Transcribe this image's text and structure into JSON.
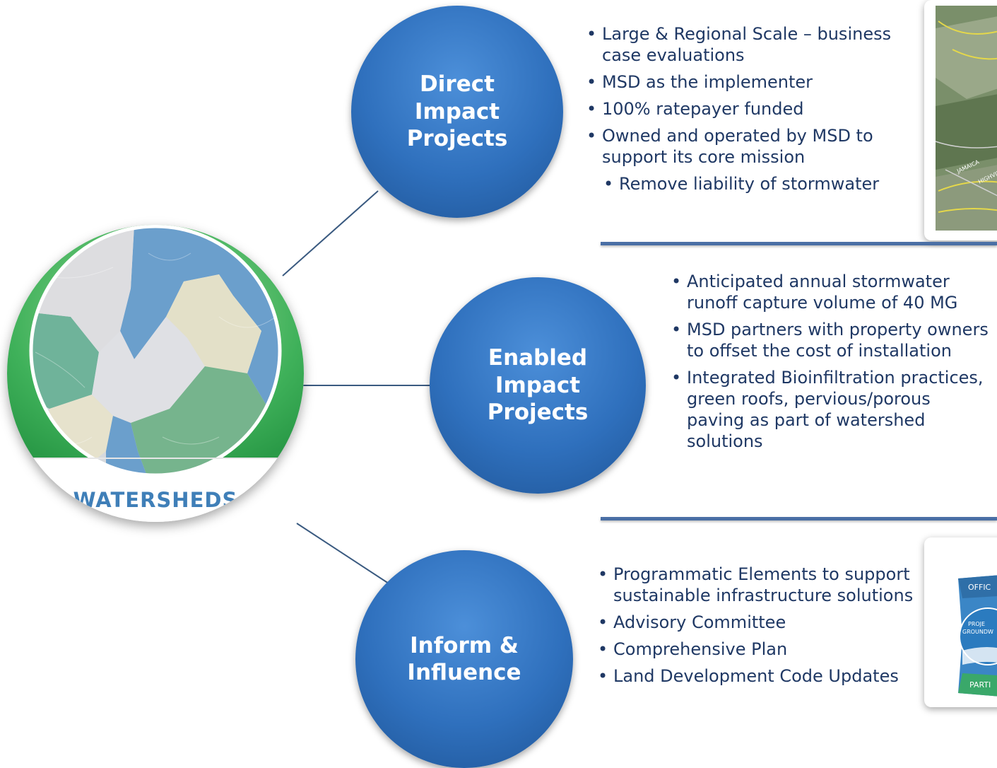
{
  "hub": {
    "label": "WATERSHEDS",
    "icon": "watershed-map-icon"
  },
  "nodes": [
    {
      "label": "Direct\nImpact\nProjects",
      "bullets": [
        {
          "text": "Large & Regional Scale – business case evaluations",
          "level": 1
        },
        {
          "text": "MSD as the implementer",
          "level": 1
        },
        {
          "text": "100% ratepayer funded",
          "level": 1
        },
        {
          "text": "Owned and operated by MSD to support its core mission",
          "level": 1
        },
        {
          "text": "Remove liability of stormwater",
          "level": 2
        }
      ]
    },
    {
      "label": "Enabled\nImpact\nProjects",
      "bullets": [
        {
          "text": "Anticipated annual stormwater runoff capture volume of 40 MG",
          "level": 1
        },
        {
          "text": "MSD partners with property owners to offset the cost of installation",
          "level": 1
        },
        {
          "text": "Integrated Bioinfiltration practices, green roofs, pervious/porous paving as part of watershed solutions",
          "level": 1
        }
      ]
    },
    {
      "label": "Inform &\nInfluence",
      "bullets": [
        {
          "text": "Programmatic Elements to support sustainable infrastructure solutions",
          "level": 1
        },
        {
          "text": "Advisory Committee",
          "level": 1
        },
        {
          "text": "Comprehensive Plan",
          "level": 1
        },
        {
          "text": "Land Development Code Updates",
          "level": 1
        }
      ]
    }
  ],
  "images": {
    "aerial_map": {
      "icon": "aerial-map-photo",
      "labels": [
        "JAMAICA",
        "HIGHVIEW"
      ]
    },
    "badge": {
      "icon": "project-groundwork-badge",
      "top_text": "OFFIC",
      "middle_text": "PROJE\nGROUNDW",
      "bottom_text": "PARTI"
    }
  },
  "colors": {
    "node_fill": "#2f70bd",
    "bullet_text": "#1f3864",
    "divider": "#4a6fa5",
    "connector": "#3a5a80",
    "hub_label": "#3f7fb8"
  }
}
